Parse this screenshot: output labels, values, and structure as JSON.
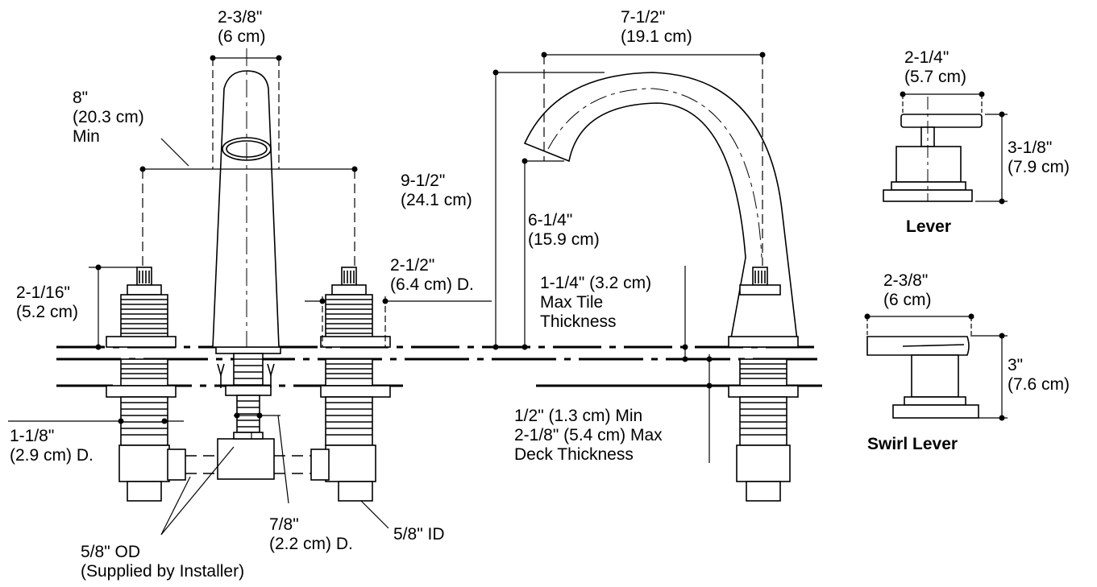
{
  "labels": {
    "spout_width": [
      "2-3/8\"",
      "(6 cm)"
    ],
    "spout_reach": [
      "7-1/2\"",
      "(19.1 cm)"
    ],
    "center_spacing": [
      "8\"",
      "(20.3 cm)",
      "Min"
    ],
    "spout_height": [
      "9-1/2\"",
      "(24.1 cm)"
    ],
    "spout_clearance": [
      "6-1/4\"",
      "(15.9 cm)"
    ],
    "hole_dia_top": [
      "2-1/2\"",
      "(6.4 cm) D."
    ],
    "tile": [
      "1-1/4\" (3.2 cm)",
      "Max Tile",
      "Thickness"
    ],
    "valve_height": [
      "2-1/16\"",
      "(5.2 cm)"
    ],
    "valve_dia": [
      "1-1/8\"",
      "(2.9 cm) D."
    ],
    "tee_dia": [
      "7/8\"",
      "(2.2 cm) D."
    ],
    "inlet_id": [
      "5/8\" ID"
    ],
    "supply": [
      "5/8\" OD",
      "(Supplied by Installer)"
    ],
    "deck": [
      "1/2\" (1.3 cm) Min",
      "2-1/8\" (5.4 cm) Max",
      "Deck Thickness"
    ],
    "lever_width": [
      "2-1/4\"",
      "(5.7 cm)"
    ],
    "lever_height": [
      "3-1/8\"",
      "(7.9 cm)"
    ],
    "lever_title": "Lever",
    "swirl_width": [
      "2-3/8\"",
      "(6 cm)"
    ],
    "swirl_height": [
      "3\"",
      "(7.6 cm)"
    ],
    "swirl_title": "Swirl Lever"
  }
}
